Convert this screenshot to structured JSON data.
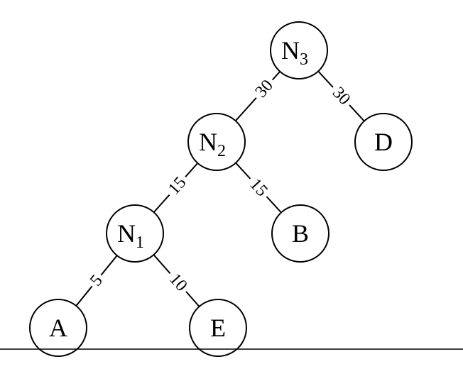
{
  "nodes": [
    {
      "id": "N3",
      "label": "N",
      "sub": "3"
    },
    {
      "id": "N2",
      "label": "N",
      "sub": "2"
    },
    {
      "id": "D",
      "label": "D",
      "sub": ""
    },
    {
      "id": "N1",
      "label": "N",
      "sub": "1"
    },
    {
      "id": "B",
      "label": "B",
      "sub": ""
    },
    {
      "id": "A",
      "label": "A",
      "sub": ""
    },
    {
      "id": "E",
      "label": "E",
      "sub": ""
    }
  ],
  "edges": [
    {
      "from": "N3",
      "to": "N2",
      "weight": "30"
    },
    {
      "from": "N3",
      "to": "D",
      "weight": "30"
    },
    {
      "from": "N2",
      "to": "N1",
      "weight": "15"
    },
    {
      "from": "N2",
      "to": "B",
      "weight": "15"
    },
    {
      "from": "N1",
      "to": "A",
      "weight": "5"
    },
    {
      "from": "N1",
      "to": "E",
      "weight": "10"
    }
  ]
}
